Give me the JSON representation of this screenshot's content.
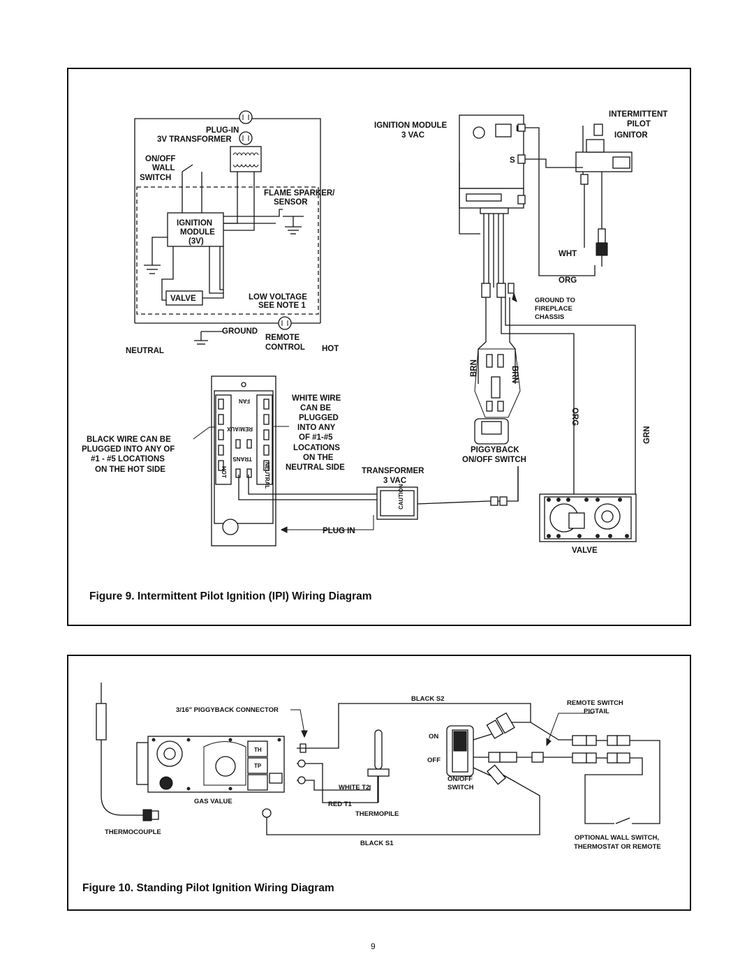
{
  "figure9": {
    "caption": "Figure 9.   Intermittent Pilot Ignition (IPI) Wiring Diagram",
    "labels": {
      "plugin_transformer_1": "PLUG-IN",
      "plugin_transformer_2": "3V TRANSFORMER",
      "onoff_1": "ON/OFF",
      "onoff_2": "WALL",
      "onoff_3": "SWITCH",
      "flame_1": "FLAME SPARKER/",
      "flame_2": "SENSOR",
      "ign_1": "IGNITION",
      "ign_2": "MODULE",
      "ign_3": "(3V)",
      "valve_small": "VALVE",
      "lowv_1": "LOW VOLTAGE",
      "lowv_2": "SEE NOTE 1",
      "ground": "GROUND",
      "remote_1": "REMOTE",
      "remote_2": "CONTROL",
      "neutral": "NEUTRAL",
      "hot": "HOT",
      "ign_module_1": "IGNITION MODULE",
      "ign_module_2": "3 VAC",
      "ipi_1": "INTERMITTENT",
      "ipi_2": "PILOT",
      "ipi_3": "IGNITOR",
      "wht": "WHT",
      "org_top": "ORG",
      "gnd_1": "GROUND TO",
      "gnd_2": "FIREPLACE",
      "gnd_3": "CHASSIS",
      "brn_left": "BRN",
      "brn_right": "BRN",
      "org_vert": "ORG",
      "grn_vert": "GRN",
      "white_1": "WHITE WIRE",
      "white_2": "CAN BE",
      "white_3": "PLUGGED",
      "white_4": "INTO ANY",
      "white_5": "OF #1-#5",
      "white_6": "LOCATIONS",
      "white_7": "ON THE",
      "white_8": "NEUTRAL SIDE",
      "black_1": "BLACK WIRE CAN BE",
      "black_2": "PLUGGED INTO ANY OF",
      "black_3": "#1 - #5 LOCATIONS",
      "black_4": "ON THE HOT SIDE",
      "piggy_1": "PIGGYBACK",
      "piggy_2": "ON/OFF SWITCH",
      "trans_1": "TRANSFORMER",
      "trans_2": "3 VAC",
      "plug_in": "PLUG IN",
      "valve_big": "VALVE",
      "caution": "CAUTION",
      "fan": "FAN",
      "remaux": "REM/AUX",
      "trans_small": "TRANS",
      "hot_small": "HOT",
      "neutral_small": "NEUTRAL",
      "mod_i": "I",
      "mod_s": "S"
    }
  },
  "figure10": {
    "caption": "Figure 10.  Standing Pilot Ignition Wiring Diagram",
    "labels": {
      "piggy_conn": "3/16\" PIGGYBACK CONNECTOR",
      "black_s2": "BLACK S2",
      "remote_sw_1": "REMOTE SWITCH",
      "remote_sw_2": "PIGTAIL",
      "on": "ON",
      "off": "OFF",
      "onoff_1": "ON/OFF",
      "onoff_2": "SWITCH",
      "white_t2": "WHITE T2",
      "red_t1": "RED T1",
      "thermopile": "THERMOPILE",
      "gas_valve": "GAS VALUE",
      "thermocouple": "THERMOCOUPLE",
      "black_s1": "BLACK S1",
      "opt_1": "OPTIONAL WALL SWITCH,",
      "opt_2": "THERMOSTAT OR REMOTE",
      "th": "TH",
      "tp": "TP"
    }
  },
  "page_number": "9"
}
